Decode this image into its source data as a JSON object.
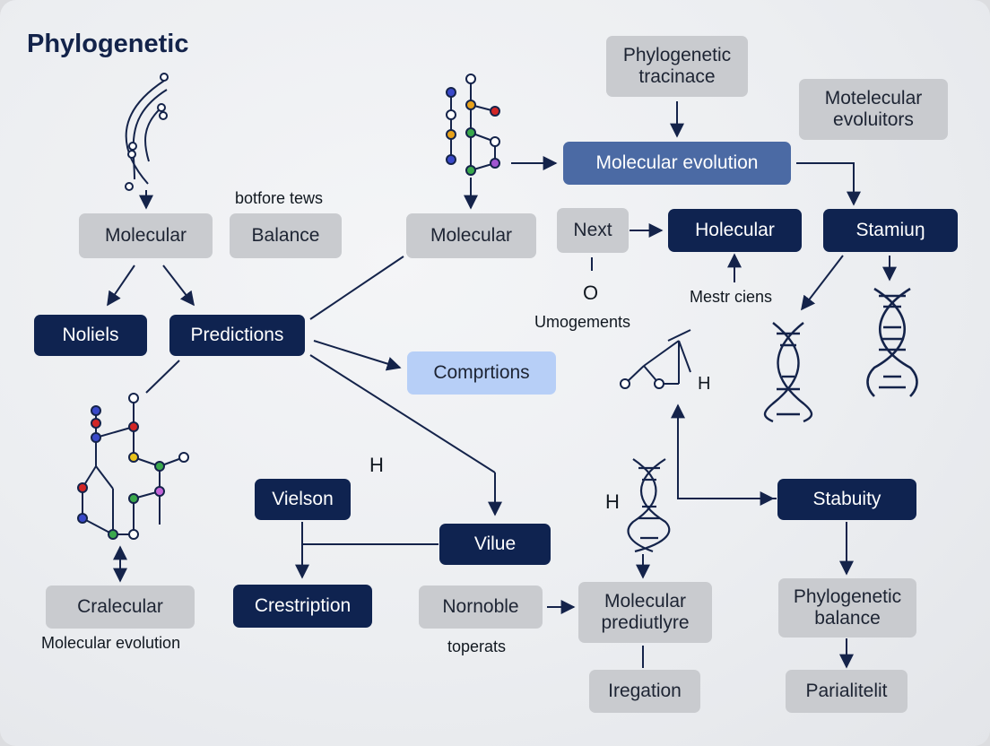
{
  "title": "Phylogenetic",
  "nodes": {
    "molecular_left": "Molecular",
    "balance": "Balance",
    "molecular_center": "Molecular",
    "phylogenetic_tracinace": "Phylogenetic tracinace",
    "motelecular_evoluitors": "Motelecular evoluitors",
    "molecular_evolution": "Molecular evolution",
    "next": "Next",
    "holecular": "Holecular",
    "stamiun": "Stamiuŋ",
    "noliels": "Noliels",
    "predictions": "Predictions",
    "comprtions": "Comprtions",
    "vielson": "Vielson",
    "vilue": "Vilue",
    "crestription": "Crestription",
    "cralecular": "Cralecular",
    "nornoble": "Nornoble",
    "molecular_prediutlyre": "Molecular prediutlyre",
    "stabuity": "Stabuity",
    "phylogenetic_balance": "Phylogenetic balance",
    "iregation": "Iregation",
    "parialitelit": "Parialitelit"
  },
  "labels": {
    "botfore_tews": "botfore tews",
    "o": "O",
    "umogements": "Umogements",
    "mestr_ciens": "Mestr ciens",
    "h_molecule": "H",
    "h_middle": "H",
    "h_dna": "H",
    "molecular_evolution_caption": "Molecular evolution",
    "toperats": "toperats"
  },
  "colors": {
    "navy": "#0f2350",
    "blue": "#4b6aa4",
    "light_blue": "#b7cff7",
    "gray": "#c9cbcf",
    "arrow": "#14234a"
  },
  "icons": [
    "dna-helix-icon",
    "molecule-icon",
    "molecule-branch-icon",
    "molecule-cluster-icon",
    "chemical-structure-icon"
  ]
}
